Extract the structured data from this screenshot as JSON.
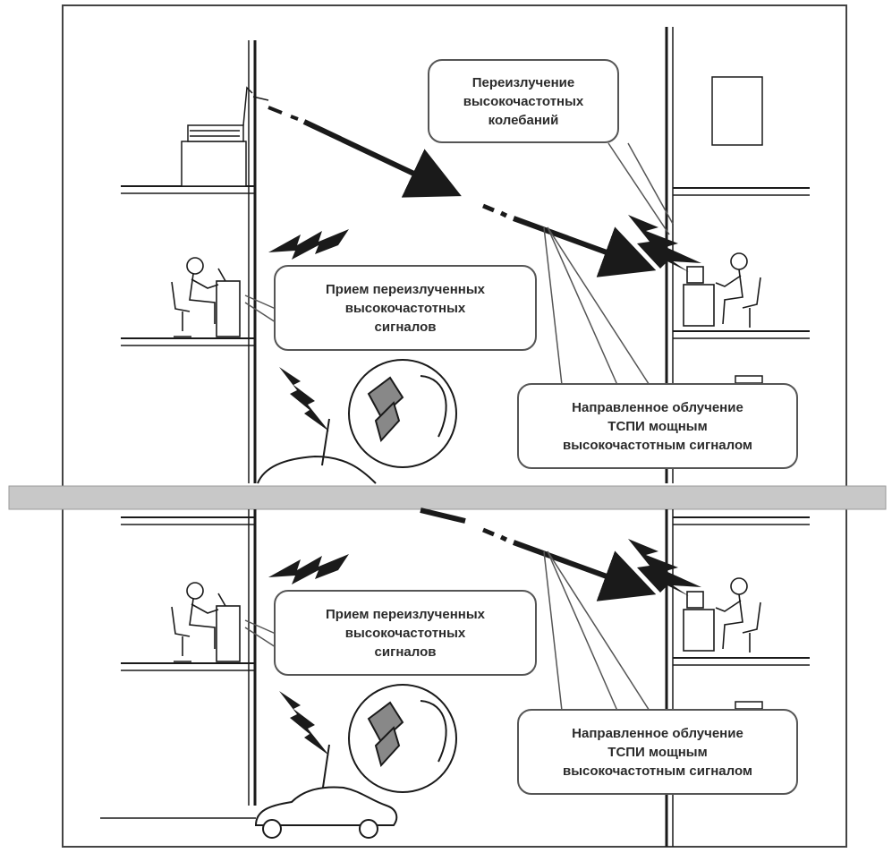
{
  "colors": {
    "ink": "#1a1a1a",
    "band": "#c8c8c8",
    "band_edge": "#9a9a9a",
    "paper": "#ffffff"
  },
  "icons": {
    "arrow": "dash-dot-arrow-icon",
    "lightning": "lightning-bolt-icon",
    "operator": "seated-operator-icon",
    "driver": "car-driver-receiver-icon",
    "car": "car-icon"
  },
  "top_panel": {
    "reradiation_callout": {
      "lines": [
        "Переизлучение",
        "высокочастотных",
        "колебаний"
      ]
    },
    "reception_callout": {
      "lines": [
        "Прием переизлученных",
        "высокочастотных",
        "сигналов"
      ]
    },
    "irradiation_callout": {
      "lines": [
        "Направленное облучение",
        "ТСПИ мощным",
        "высокочастотным сигналом"
      ]
    }
  },
  "bottom_panel": {
    "reception_callout": {
      "lines": [
        "Прием переизлученных",
        "высокочастотных",
        "сигналов"
      ]
    },
    "irradiation_callout": {
      "lines": [
        "Направленное облучение",
        "ТСПИ мощным",
        "высокочастотным сигналом"
      ]
    }
  }
}
